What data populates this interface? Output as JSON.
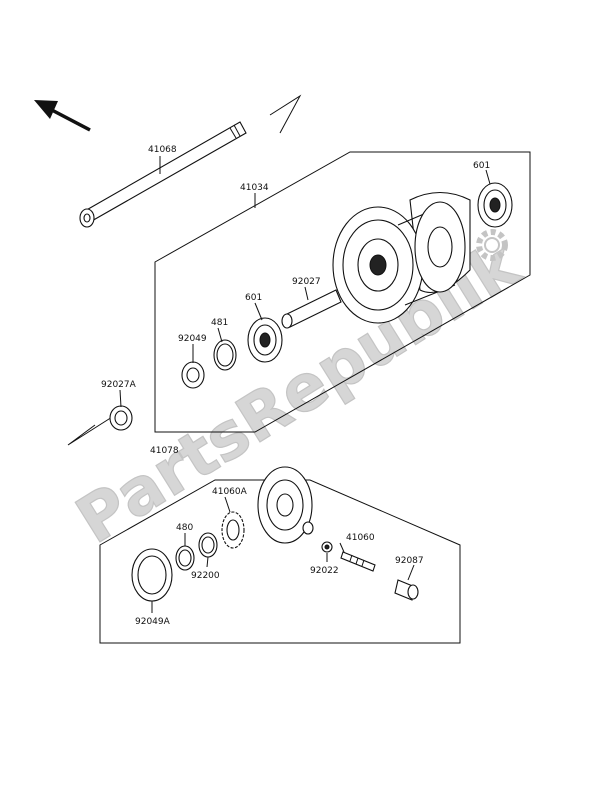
{
  "watermark": {
    "text": "PartsRepublik"
  },
  "parts": {
    "p41068": "41068",
    "p41034": "41034",
    "p601_top": "601",
    "p92027": "92027",
    "p601": "601",
    "p481": "481",
    "p92049": "92049",
    "p92027A": "92027A",
    "p41078": "41078",
    "p41060A": "41060A",
    "p480": "480",
    "p92200": "92200",
    "p41060": "41060",
    "p92087": "92087",
    "p92022": "92022",
    "p92049A": "92049A"
  }
}
